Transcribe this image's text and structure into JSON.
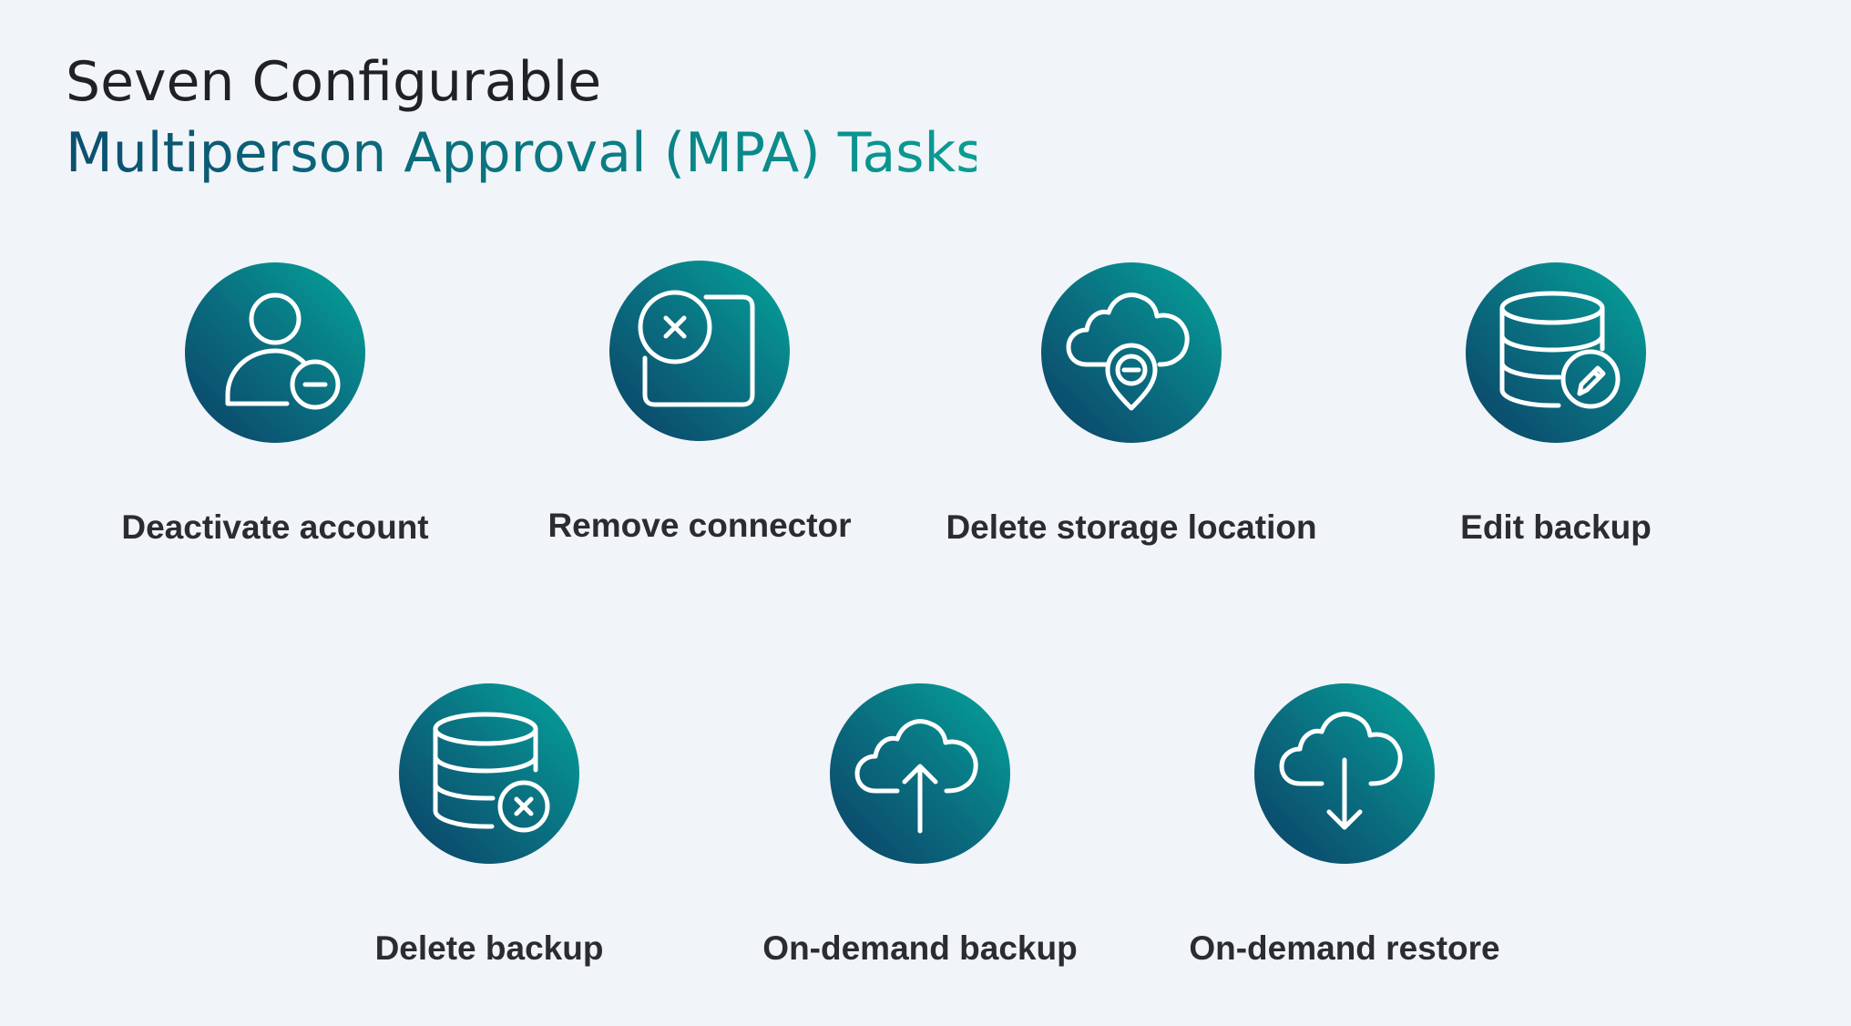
{
  "title": {
    "line1": "Seven Configurable",
    "line2": "Multiperson Approval (MPA) Tasks"
  },
  "colors": {
    "title_dark": "#1f2125",
    "title_accent_start": "#0b4f6e",
    "title_accent_end": "#0a9e94",
    "circle_light": "#05a59b",
    "circle_dark": "#0c4066",
    "label": "#2a2c30",
    "background": "#f1f4f8"
  },
  "tasks": [
    {
      "label": "Deactivate account",
      "icon": "user-minus-icon"
    },
    {
      "label": "Remove connector",
      "icon": "connector-remove-icon"
    },
    {
      "label": "Delete storage location",
      "icon": "cloud-location-minus-icon"
    },
    {
      "label": "Edit backup",
      "icon": "database-edit-icon"
    },
    {
      "label": "Delete backup",
      "icon": "database-delete-icon"
    },
    {
      "label": "On-demand backup",
      "icon": "cloud-upload-icon"
    },
    {
      "label": "On-demand restore",
      "icon": "cloud-download-icon"
    }
  ]
}
